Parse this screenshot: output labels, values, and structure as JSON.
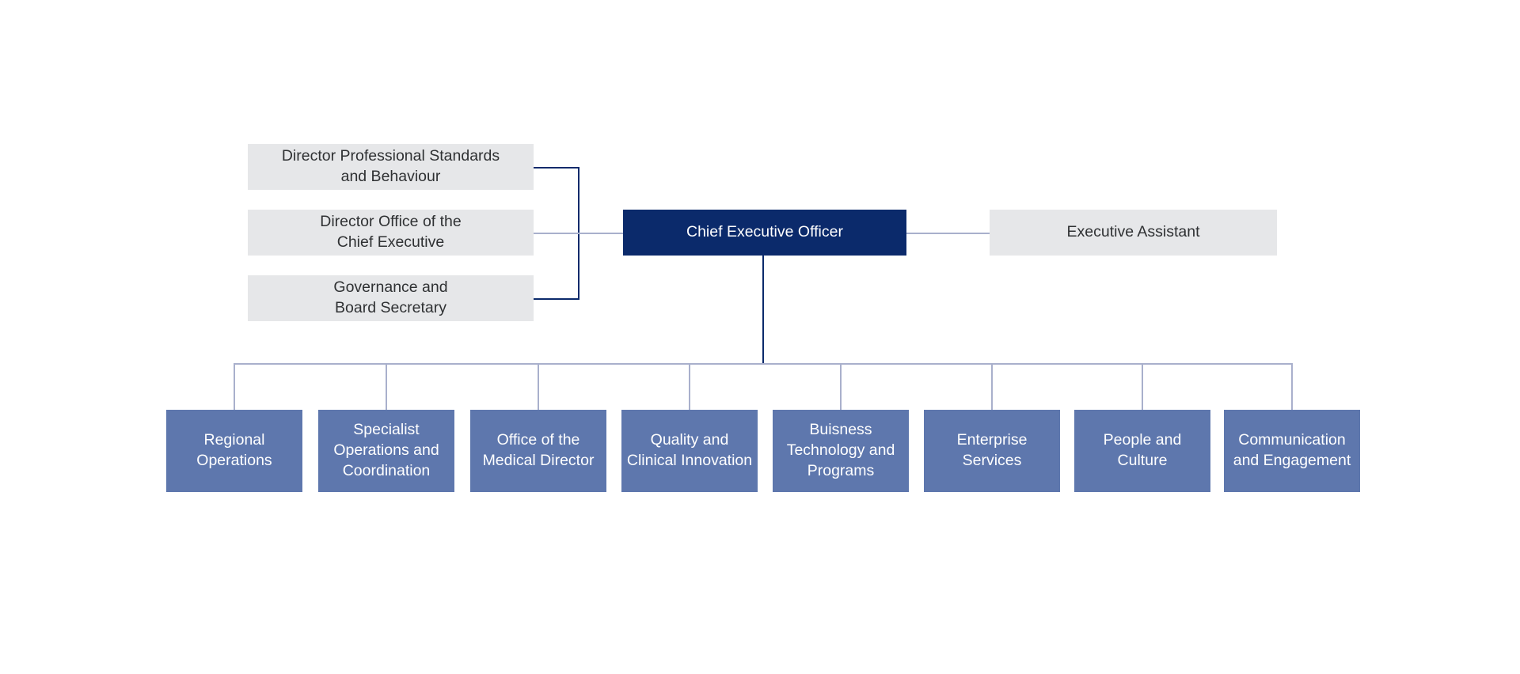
{
  "chart_data": {
    "type": "diagram",
    "title": "Executive organisational structure chart",
    "diagram_kind": "organisational-chart",
    "colors": {
      "ceo_fill": "#0b2a6b",
      "ceo_text": "#ffffff",
      "advisory_fill": "#e6e7e9",
      "advisory_text": "#2f3133",
      "division_fill": "#5e77ad",
      "division_text": "#ffffff",
      "connector_navy": "#0b2a6b",
      "connector_grey": "#a9b0cc",
      "background": "#ffffff"
    },
    "nodes": [
      {
        "id": "ceo",
        "label": "Chief Executive Officer",
        "level": "executive",
        "style": "ceo"
      },
      {
        "id": "exec_assistant",
        "label": "Executive Assistant",
        "level": "support",
        "style": "advisory"
      },
      {
        "id": "adv_1",
        "label": "Director Professional Standards\nand Behaviour",
        "level": "advisory",
        "style": "advisory"
      },
      {
        "id": "adv_2",
        "label": "Director Office of the\nChief Executive",
        "level": "advisory",
        "style": "advisory"
      },
      {
        "id": "adv_3",
        "label": "Governance and\nBoard Secretary",
        "level": "advisory",
        "style": "advisory"
      },
      {
        "id": "div_1",
        "label": "Regional\nOperations",
        "level": "division",
        "style": "division"
      },
      {
        "id": "div_2",
        "label": "Specialist\nOperations and\nCoordination",
        "level": "division",
        "style": "division"
      },
      {
        "id": "div_3",
        "label": "Office of the\nMedical Director",
        "level": "division",
        "style": "division"
      },
      {
        "id": "div_4",
        "label": "Quality and\nClinical Innovation",
        "level": "division",
        "style": "division"
      },
      {
        "id": "div_5",
        "label": "Buisness\nTechnology and\nPrograms",
        "level": "division",
        "style": "division"
      },
      {
        "id": "div_6",
        "label": "Enterprise\nServices",
        "level": "division",
        "style": "division"
      },
      {
        "id": "div_7",
        "label": "People and\nCulture",
        "level": "division",
        "style": "division"
      },
      {
        "id": "div_8",
        "label": "Communication\nand Engagement",
        "level": "division",
        "style": "division"
      }
    ],
    "edges": [
      {
        "from": "ceo",
        "to": "exec_assistant",
        "style": "grey"
      },
      {
        "from": "ceo",
        "to": "adv_1",
        "style": "navy"
      },
      {
        "from": "ceo",
        "to": "adv_2",
        "style": "grey"
      },
      {
        "from": "ceo",
        "to": "adv_3",
        "style": "navy"
      },
      {
        "from": "ceo",
        "to": "div_1",
        "style": "grey"
      },
      {
        "from": "ceo",
        "to": "div_2",
        "style": "grey"
      },
      {
        "from": "ceo",
        "to": "div_3",
        "style": "grey"
      },
      {
        "from": "ceo",
        "to": "div_4",
        "style": "grey"
      },
      {
        "from": "ceo",
        "to": "div_5",
        "style": "grey"
      },
      {
        "from": "ceo",
        "to": "div_6",
        "style": "grey"
      },
      {
        "from": "ceo",
        "to": "div_7",
        "style": "grey"
      },
      {
        "from": "ceo",
        "to": "div_8",
        "style": "grey"
      }
    ]
  },
  "ceo": {
    "label": "Chief Executive Officer"
  },
  "assistant": {
    "label": "Executive Assistant"
  },
  "advisory": {
    "items": [
      {
        "label": "Director Professional Standards\nand Behaviour"
      },
      {
        "label": "Director Office of the\nChief Executive"
      },
      {
        "label": "Governance and\nBoard Secretary"
      }
    ]
  },
  "divisions": {
    "items": [
      {
        "label": "Regional\nOperations"
      },
      {
        "label": "Specialist\nOperations and\nCoordination"
      },
      {
        "label": "Office of the\nMedical Director"
      },
      {
        "label": "Quality and\nClinical Innovation"
      },
      {
        "label": "Buisness\nTechnology and\nPrograms"
      },
      {
        "label": "Enterprise\nServices"
      },
      {
        "label": "People and\nCulture"
      },
      {
        "label": "Communication\nand Engagement"
      }
    ]
  }
}
